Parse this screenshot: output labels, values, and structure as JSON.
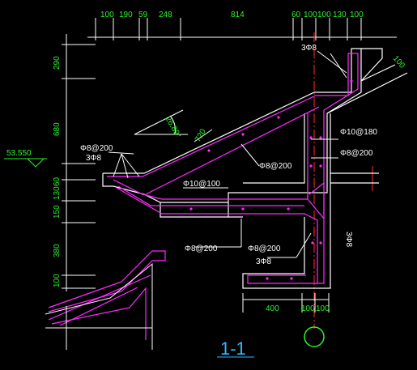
{
  "drawing": {
    "section_title": "1-1",
    "elevation": "53.550",
    "top_dims": [
      "100",
      "190",
      "59",
      "248",
      "814",
      "60",
      "100",
      "100",
      "130",
      "100"
    ],
    "left_dims": [
      "290",
      "680",
      "130",
      "60",
      "150",
      "380",
      "100"
    ],
    "bottom_dims": [
      "400",
      "100",
      "100"
    ],
    "annotations": {
      "slope": "26.89°",
      "thk_720": "720",
      "thk_100": "100",
      "bar_top": "3Φ8",
      "bar_left_a": "Φ8@200",
      "bar_left_b": "3Φ8",
      "bar_mid": "Φ8@200",
      "bar_beam": "Φ10@100",
      "bar_right_a": "Φ10@180",
      "bar_right_b": "Φ8@200",
      "bar_bottom_a": "Φ8@200",
      "bar_bottom_b": "Φ8@200",
      "bar_bottom_c": "3Φ8",
      "side_mark": "3Φ8"
    }
  }
}
